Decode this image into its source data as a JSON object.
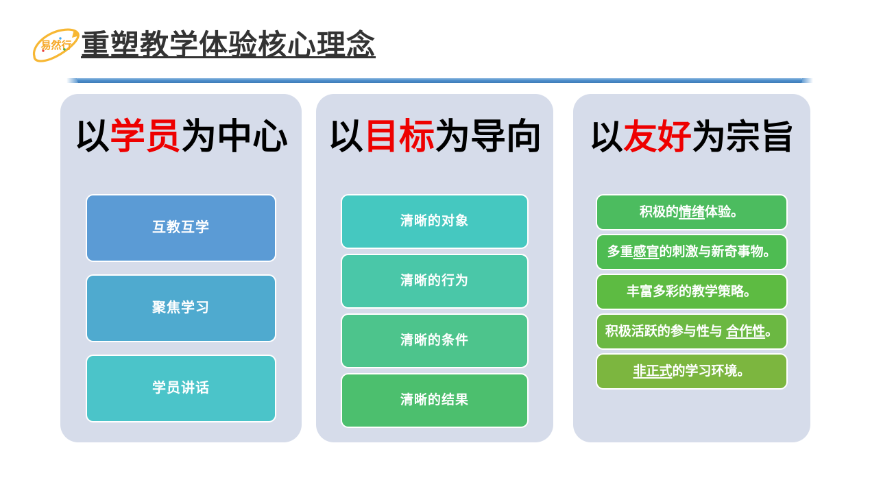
{
  "header": {
    "logo_text": "易然行",
    "logo_colors": {
      "text": "#F5A623",
      "orbit": "#F7B733",
      "dot_blue": "#3FA9F5",
      "dot_red": "#E8413A",
      "dot_green": "#47B34A"
    },
    "title": "重塑教学体验核心理念",
    "title_color": "#333333",
    "rule_color": "#4E8FCC"
  },
  "cards": [
    {
      "id": "learner-centered",
      "heading_prefix": "以",
      "heading_highlight": "学员",
      "heading_suffix": "为中心",
      "highlight_color": "#EE0000",
      "card_bg": "#D6DCEA",
      "items": [
        {
          "text": "互教互学",
          "color": "#5B9BD5"
        },
        {
          "text": "聚焦学习",
          "color": "#4FAACF"
        },
        {
          "text": "学员讲话",
          "color": "#4BC4C9"
        }
      ]
    },
    {
      "id": "goal-oriented",
      "heading_prefix": "以",
      "heading_highlight": "目标",
      "heading_suffix": "为导向",
      "highlight_color": "#EE0000",
      "card_bg": "#D6DCEA",
      "items": [
        {
          "text": "清晰的对象",
          "color": "#45C8C0"
        },
        {
          "text": "清晰的行为",
          "color": "#4AC7A8"
        },
        {
          "text": "清晰的条件",
          "color": "#4DC48C"
        },
        {
          "text": "清晰的结果",
          "color": "#4CBF6E"
        }
      ]
    },
    {
      "id": "friendly-purpose",
      "heading_prefix": "以",
      "heading_highlight": "友好",
      "heading_suffix": "为宗旨",
      "highlight_color": "#EE0000",
      "card_bg": "#D6DCEA",
      "items": [
        {
          "text": "积极的情绪体验。",
          "underline": "情绪",
          "color": "#4CBC5F"
        },
        {
          "text": "多重感官的刺激与新奇事物。",
          "underline": "感官",
          "color": "#4EBC52"
        },
        {
          "text": "丰富多彩的教学策略。",
          "underline": "",
          "color": "#5DBB42"
        },
        {
          "text": "积极活跃的参与性与 合作性。",
          "underline": "合作性",
          "color": "#6BB842"
        },
        {
          "text": "非正式的学习环境。",
          "underline": "非正式",
          "color": "#7CB63F"
        }
      ]
    }
  ]
}
